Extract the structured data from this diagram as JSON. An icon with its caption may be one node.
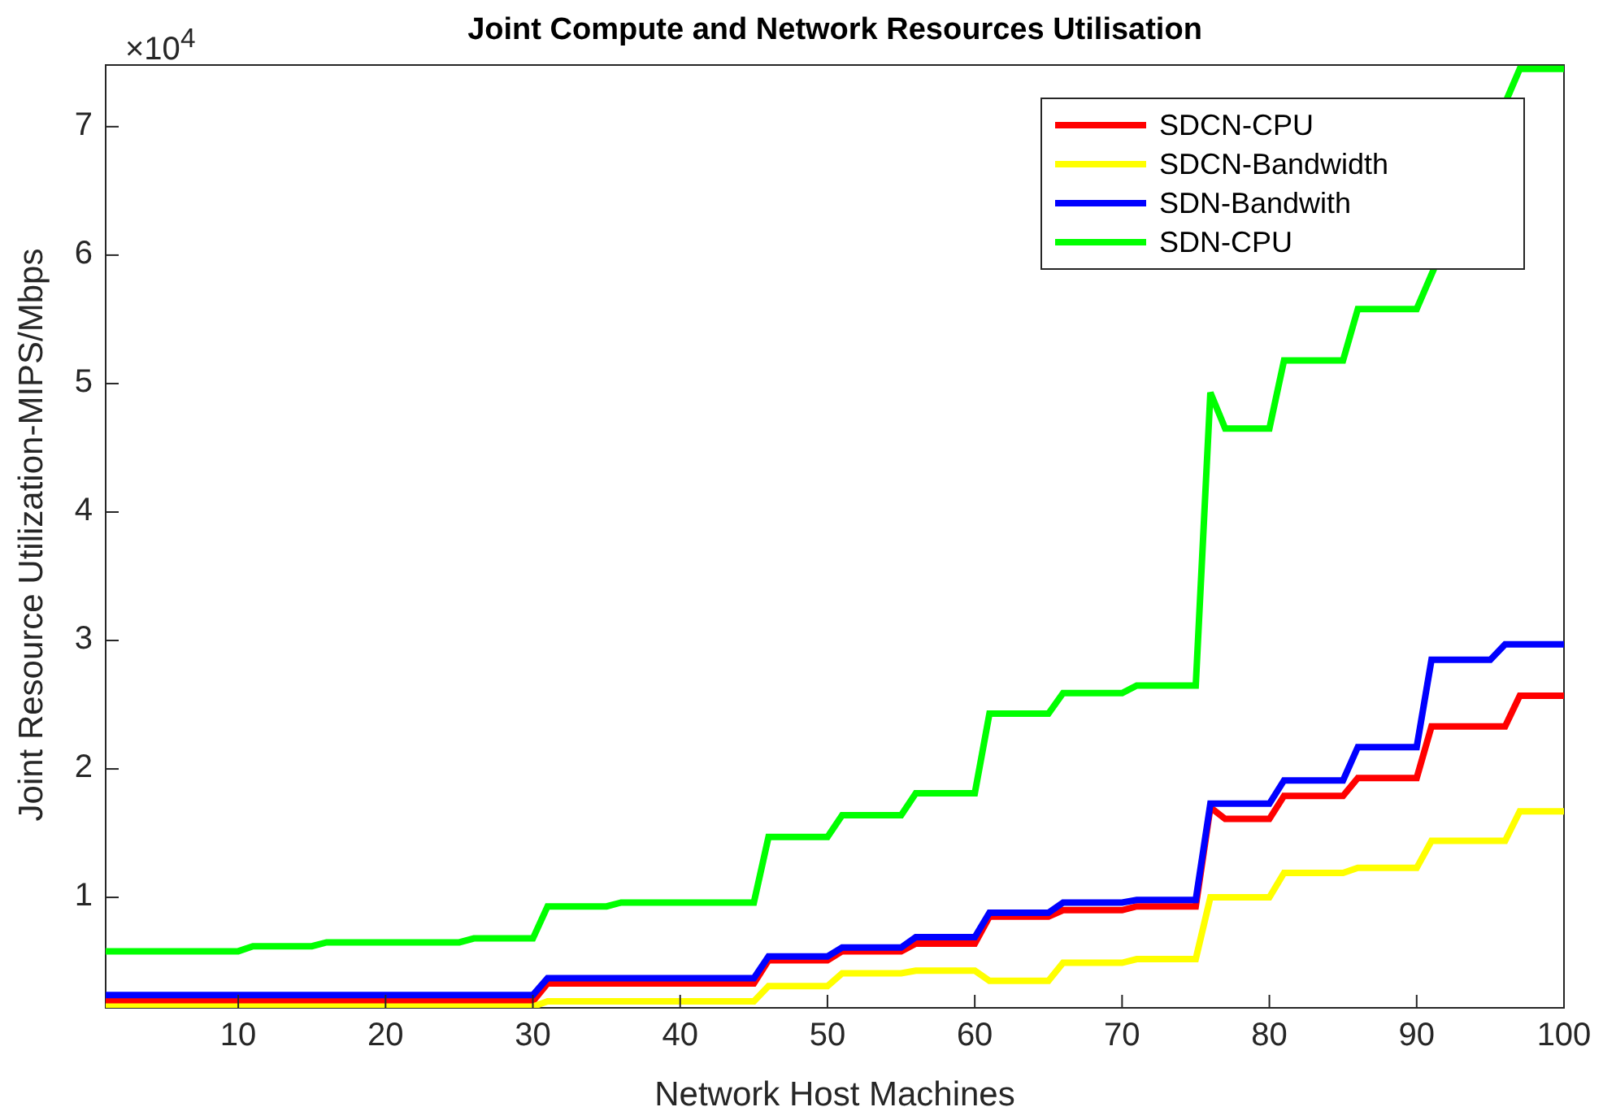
{
  "diagram": {
    "chart_data": {
      "type": "line",
      "title": "Joint Compute and Network Resources Utilisation",
      "xlabel": "Network Host Machines",
      "ylabel": "Joint Resource Utilization-MIPS/Mbps",
      "x": [
        1,
        10,
        11,
        15,
        16,
        25,
        26,
        30,
        31,
        35,
        36,
        45,
        46,
        50,
        51,
        55,
        56,
        60,
        61,
        65,
        66,
        70,
        71,
        75,
        76,
        77,
        80,
        81,
        85,
        86,
        90,
        91,
        95,
        96,
        97,
        100
      ],
      "series": [
        {
          "name": "SDCN-CPU",
          "color": "#ff0000",
          "values": [
            0.19,
            0.19,
            0.19,
            0.19,
            0.19,
            0.19,
            0.19,
            0.19,
            0.33,
            0.33,
            0.33,
            0.33,
            0.51,
            0.51,
            0.58,
            0.58,
            0.64,
            0.64,
            0.85,
            0.85,
            0.9,
            0.9,
            0.93,
            0.93,
            1.7,
            1.61,
            1.61,
            1.79,
            1.79,
            1.93,
            1.93,
            2.33,
            2.33,
            2.33,
            2.57,
            2.57
          ]
        },
        {
          "name": "SDCN-Bandwidth",
          "color": "#ffff00",
          "values": [
            0.15,
            0.15,
            0.15,
            0.15,
            0.15,
            0.15,
            0.15,
            0.15,
            0.19,
            0.19,
            0.19,
            0.19,
            0.31,
            0.31,
            0.41,
            0.41,
            0.43,
            0.43,
            0.35,
            0.35,
            0.49,
            0.49,
            0.52,
            0.52,
            1.0,
            1.0,
            1.0,
            1.19,
            1.19,
            1.23,
            1.23,
            1.44,
            1.44,
            1.44,
            1.67,
            1.67
          ]
        },
        {
          "name": "SDN-Bandwith",
          "color": "#0000ff",
          "values": [
            0.24,
            0.24,
            0.24,
            0.24,
            0.24,
            0.24,
            0.24,
            0.24,
            0.37,
            0.37,
            0.37,
            0.37,
            0.54,
            0.54,
            0.61,
            0.61,
            0.69,
            0.69,
            0.88,
            0.88,
            0.96,
            0.96,
            0.98,
            0.98,
            1.73,
            1.73,
            1.73,
            1.91,
            1.91,
            2.17,
            2.17,
            2.85,
            2.85,
            2.97,
            2.97,
            2.97
          ]
        },
        {
          "name": "SDN-CPU",
          "color": "#00ff00",
          "values": [
            0.58,
            0.58,
            0.62,
            0.62,
            0.65,
            0.65,
            0.68,
            0.68,
            0.93,
            0.93,
            0.96,
            0.96,
            1.47,
            1.47,
            1.64,
            1.64,
            1.81,
            1.81,
            2.43,
            2.43,
            2.59,
            2.59,
            2.65,
            2.65,
            4.93,
            4.65,
            4.65,
            5.18,
            5.18,
            5.58,
            5.58,
            null,
            null,
            null,
            7.45,
            7.45
          ]
        }
      ],
      "xlim": [
        1,
        100
      ],
      "ylim": [
        0.14,
        7.48
      ],
      "xticks": [
        10,
        20,
        30,
        40,
        50,
        60,
        70,
        80,
        90,
        100
      ],
      "yticks": [
        1,
        2,
        3,
        4,
        5,
        6,
        7
      ],
      "legend": "upper right",
      "annotations": [
        "×10$^{4}$"
      ]
    }
  }
}
